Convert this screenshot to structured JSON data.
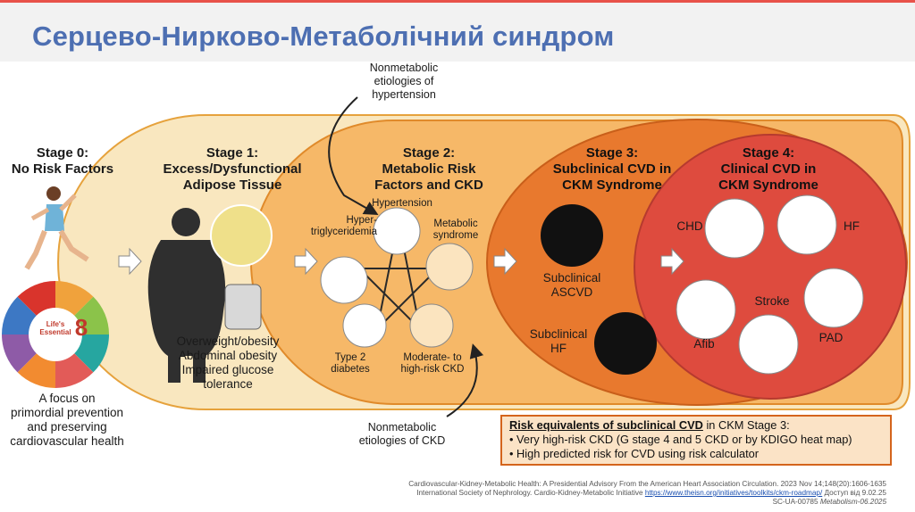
{
  "title": "Серцево-Нирково-Метаболічний синдром",
  "stages": [
    {
      "title": [
        "Stage 0:",
        "No Risk Factors"
      ],
      "desc": [
        "A focus on",
        "primordial prevention",
        "and preserving",
        "cardiovascular health"
      ]
    },
    {
      "title": [
        "Stage 1:",
        "Excess/Dysfunctional",
        "Adipose Tissue"
      ],
      "desc": [
        "Overweight/obesity",
        "Abdominal obesity",
        "Impaired glucose",
        "tolerance"
      ]
    },
    {
      "title": [
        "Stage 2:",
        "Metabolic Risk",
        "Factors and CKD"
      ]
    },
    {
      "title": [
        "Stage 3:",
        "Subclinical CVD in",
        "CKM Syndrome"
      ]
    },
    {
      "title": [
        "Stage 4:",
        "Clinical CVD in",
        "CKM Syndrome"
      ]
    }
  ],
  "logo": {
    "line1": "Life's",
    "line2": "Essential",
    "number": "8"
  },
  "stage2_items": {
    "hypertension": "Hypertension",
    "metabolic": [
      "Metabolic",
      "syndrome"
    ],
    "hypertrig": [
      "Hyper-",
      "triglyceridemia"
    ],
    "diabetes": [
      "Type 2",
      "diabetes"
    ],
    "ckd": [
      "Moderate- to",
      "high-risk CKD"
    ]
  },
  "stage3_items": {
    "ascvd": [
      "Subclinical",
      "ASCVD"
    ],
    "hf": [
      "Subclinical",
      "HF"
    ]
  },
  "stage4_items": {
    "chd": "CHD",
    "hf": "HF",
    "stroke": "Stroke",
    "afib": "Afib",
    "pad": "PAD"
  },
  "notes": {
    "nonmeta_htn": [
      "Nonmetabolic",
      "etiologies of",
      "hypertension"
    ],
    "nonmeta_ckd": [
      "Nonmetabolic",
      "etiologies of CKD"
    ]
  },
  "risk_box": {
    "heading": "Risk equivalents of subclinical CVD",
    "heading_suffix": " in CKM Stage 3:",
    "items": [
      "Very high-risk CKD (G stage 4 and 5 CKD or by KDIGO heat map)",
      "High predicted risk for CVD using risk calculator"
    ]
  },
  "footer": {
    "line1": "Cardiovascular-Kidney-Metabolic Health: A Presidential Advisory From the American Heart Association Circulation. 2023 Nov 14;148(20):1606-1635",
    "line2_pre": "International Society of Nephrology. Cardio-Kidney-Metabolic Initiative ",
    "line2_link": "https://www.theisn.org/initiatives/toolkits/ckm-roadmap/",
    "line2_post": " Доступ від 9.02.25",
    "line3_pre": "SC-UA-00785 ",
    "line3_italic": "Metabolism-06.2025"
  },
  "colors": {
    "title": "#4d6fb2",
    "stage1": "#f9e7bf",
    "stage2": "#f6b868",
    "stage3": "#e8792e",
    "stage4": "#de4b3e",
    "accent_bar": "#e8524a"
  }
}
